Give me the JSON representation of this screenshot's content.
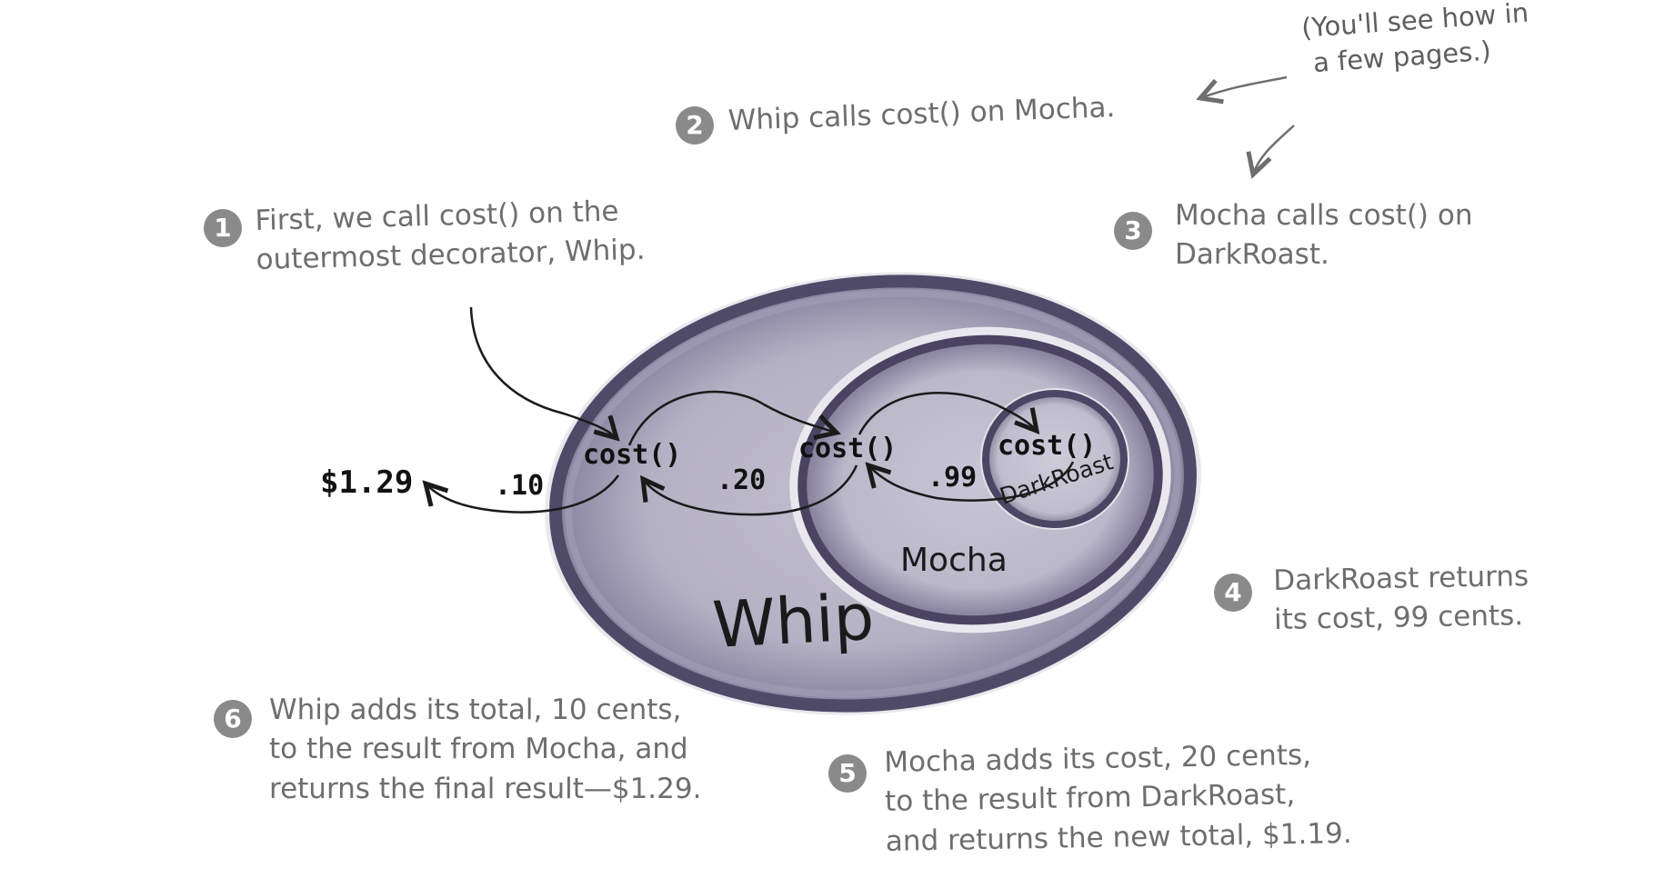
{
  "aside": {
    "lines": [
      "(You'll see how in",
      "a few pages.)"
    ]
  },
  "objects": {
    "whip": "Whip",
    "mocha": "Mocha",
    "darkroast": "DarkRoast"
  },
  "calls": {
    "whip_cost": "cost()",
    "mocha_cost": "cost()",
    "darkroast_cost": "cost()"
  },
  "values": {
    "final": "$1.29",
    "whip_add": ".10",
    "mocha_add": ".20",
    "darkroast_cost": ".99"
  },
  "steps": [
    {
      "number": "1",
      "lines": [
        "First, we call cost() on the",
        "outermost decorator, Whip."
      ]
    },
    {
      "number": "2",
      "lines": [
        "Whip calls cost() on Mocha."
      ]
    },
    {
      "number": "3",
      "lines": [
        "Mocha calls cost() on",
        "DarkRoast."
      ]
    },
    {
      "number": "4",
      "lines": [
        "DarkRoast returns",
        "its cost, 99 cents."
      ]
    },
    {
      "number": "5",
      "lines": [
        "Mocha adds its cost, 20 cents,",
        "to the result from DarkRoast,",
        "and returns the new total, $1.19."
      ]
    },
    {
      "number": "6",
      "lines": [
        "Whip adds its total, 10 cents,",
        "to the result from Mocha, and",
        "returns the final result—$1.29."
      ]
    }
  ],
  "colors": {
    "whip_fill": "#b3b0c2",
    "whip_rim": "#6f6a86",
    "mocha_fill": "#bdbacb",
    "darkroast_fill": "#c6c3d3",
    "ink": "#1a1a1a",
    "step_badge": "#8a8a8a"
  }
}
